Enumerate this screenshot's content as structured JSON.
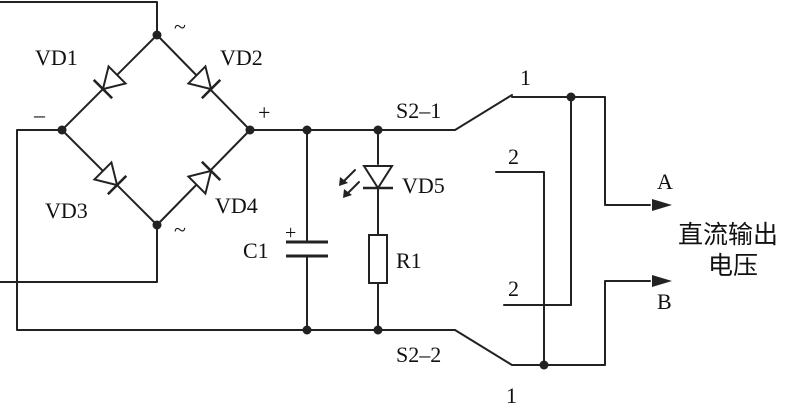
{
  "labels": {
    "vd1": "VD1",
    "vd2": "VD2",
    "vd3": "VD3",
    "vd4": "VD4",
    "vd5": "VD5",
    "c1": "C1",
    "r1": "R1",
    "s2_1": "S2–1",
    "s2_2": "S2–2",
    "ac_top": "~",
    "ac_bottom": "~",
    "minus": "–",
    "plus": "+",
    "cap_plus": "+",
    "pos1_top": "1",
    "pos2_upper": "2",
    "pos2_lower": "2",
    "pos1_bottom": "1",
    "out_a": "A",
    "out_b": "B",
    "output_line1": "直流输出",
    "output_line2": "电压"
  },
  "colors": {
    "ink": "#222222",
    "background": "#ffffff"
  }
}
